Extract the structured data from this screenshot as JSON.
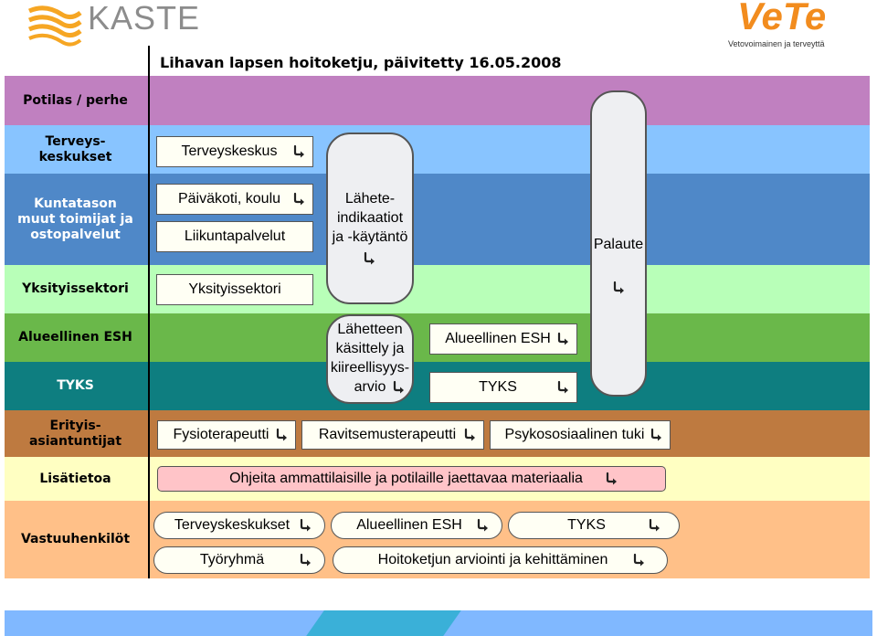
{
  "logos": {
    "kaste": "KASTE",
    "vete": "VeTe",
    "vete_tagline": "Vetovoimainen ja terveyttä"
  },
  "title": "Lihavan lapsen hoitoketju, päivitetty 16.05.2008",
  "rows": {
    "potilas": "Potilas / perhe",
    "terveyskeskukset": "Terveys-\nkeskukset",
    "kuntataso": "Kuntatason\nmuut toimijat ja\nostopalvelut",
    "yksityissektori": "Yksityissektori",
    "alueellinen_esh": "Alueellinen ESH",
    "tyks": "TYKS",
    "erityisasiantuntijat": "Erityis-\nasiantuntijat",
    "lisatietoa": "Lisätietoa",
    "vastuuhenkilot": "Vastuuhenkilöt"
  },
  "boxes": {
    "terveyskeskus": "Terveyskeskus",
    "paivakoti": "Päiväkoti, koulu",
    "liikunta": "Liikuntapalvelut",
    "yksityissektori": "Yksityissektori",
    "alueellinen_esh": "Alueellinen ESH",
    "tyks": "TYKS",
    "fysioterapeutti": "Fysioterapeutti",
    "ravitsemus": "Ravitsemusterapeutti",
    "psykososiaalinen": "Psykososiaalinen tuki",
    "ohjeita": "Ohjeita ammattilaisille ja potilaille jaettavaa materiaalia"
  },
  "tall": {
    "lahete": "Lähete-\nindikaatiot\nja -käytäntö",
    "kasittely": "Lähetteen\nkäsittely ja\nkiireellisyys-\narvio",
    "palaute": "Palaute"
  },
  "pills": {
    "terveyskeskukset": "Terveyskeskukset",
    "alueellinen_esh": "Alueellinen ESH",
    "tyks": "TYKS",
    "tyoryhma": "Työryhmä",
    "hoitoketju": "Hoitoketjun arviointi ja kehittäminen"
  },
  "colors": {
    "potilas": "#c080c0",
    "terveyskeskukset": "#88c4ff",
    "kuntataso": "#4f88c8",
    "yksityissektori": "#b8ffb8",
    "alueellinen_esh": "#6ab84a",
    "tyks": "#0e7e80",
    "erityisasiantuntijat": "#be7a40",
    "lisatietoa": "#ffffc2",
    "vastuuhenkilot": "#ffc088",
    "ohjeita_box": "#ffc4c8",
    "kaste_orange": "#f6a623",
    "kaste_grey": "#8c8c8c",
    "vete_orange": "#f28c1e"
  }
}
